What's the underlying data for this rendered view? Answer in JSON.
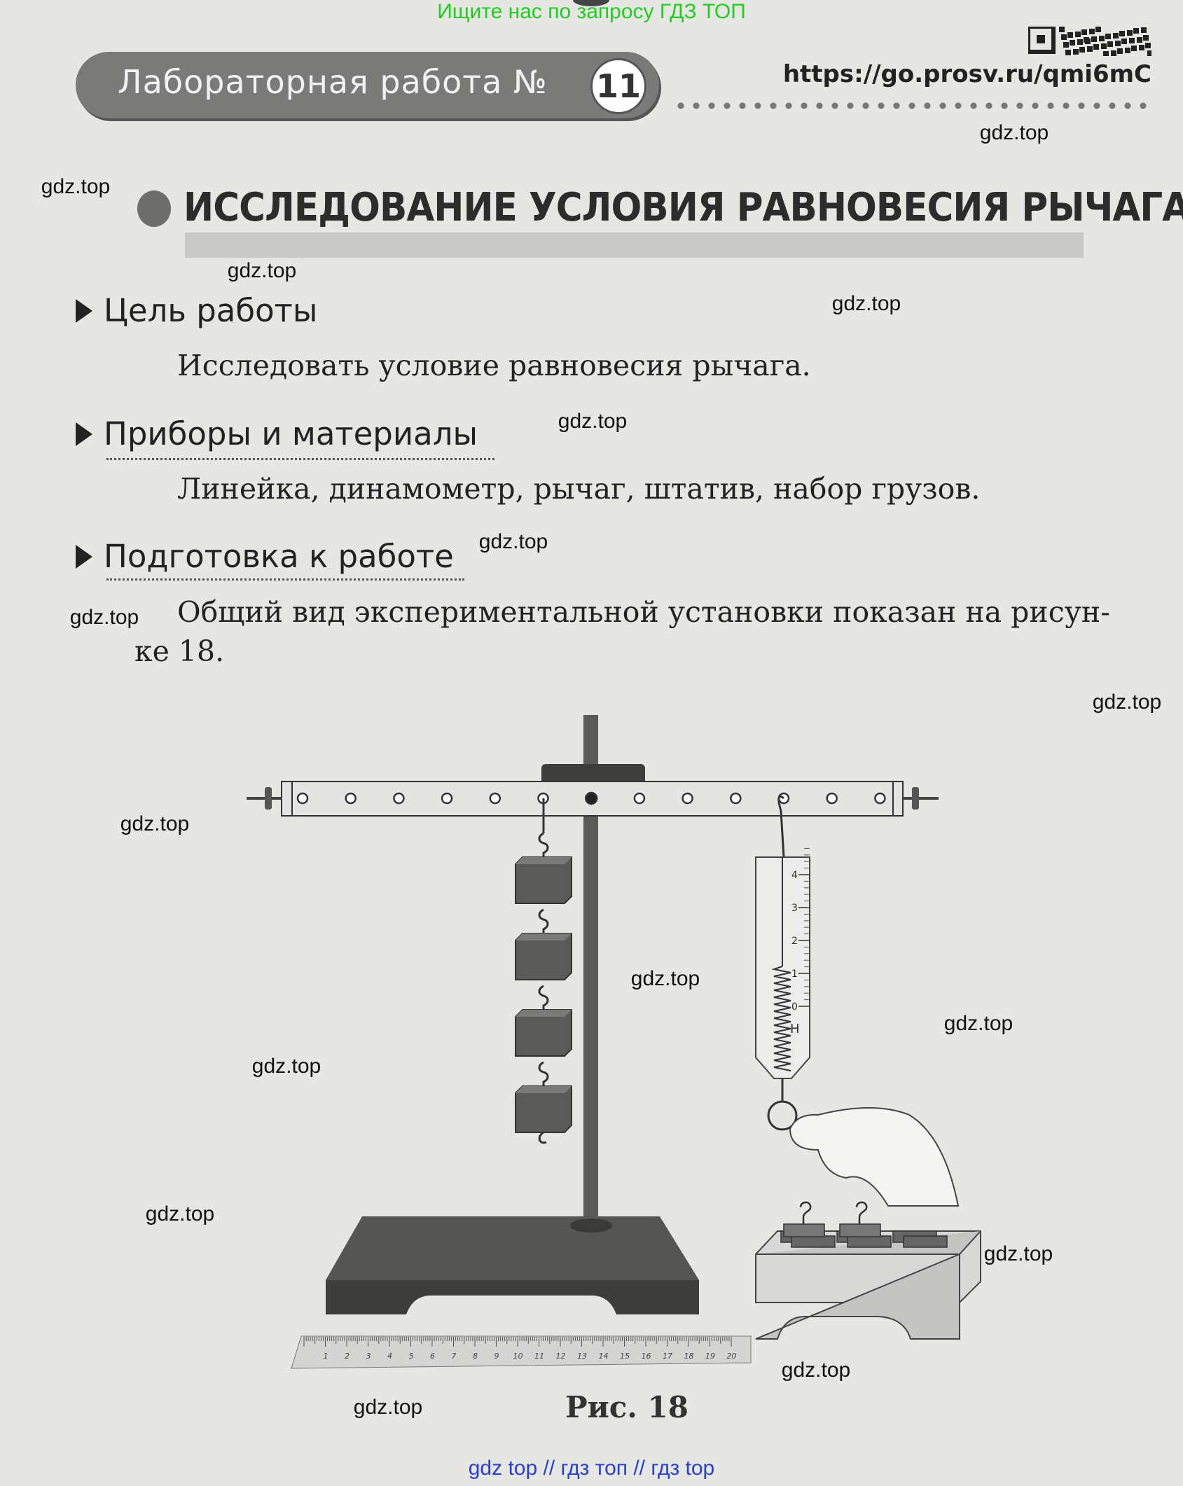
{
  "top_banner": "Ищите нас по запросу ГДЗ ТОП",
  "header": {
    "lab_label": "Лабораторная работа №",
    "lab_number": "11",
    "url": "https://go.prosv.ru/qmi6mC",
    "qr_icon": "qr-code-icon"
  },
  "title": "ИССЛЕДОВАНИЕ УСЛОВИЯ РАВНОВЕСИЯ РЫЧАГА",
  "sections": [
    {
      "heading": "Цель работы",
      "text": "Исследовать условие равновесия рычага."
    },
    {
      "heading": "Приборы и материалы",
      "text": "Линейка, динамометр, рычаг, штатив, набор грузов."
    },
    {
      "heading": "Подготовка к работе",
      "text": "Общий вид экспериментальной установки показан на рисун-",
      "text2": "ке 18."
    }
  ],
  "figure": {
    "caption": "Рис. 18",
    "dynamometer_unit": "Н",
    "dynamometer_scale": [
      "0",
      "1",
      "2",
      "3",
      "4"
    ],
    "ruler_scale": [
      "1",
      "2",
      "3",
      "4",
      "5",
      "6",
      "7",
      "8",
      "9",
      "10",
      "11",
      "12",
      "13",
      "14",
      "15",
      "16",
      "17",
      "18",
      "19",
      "20"
    ]
  },
  "watermarks": [
    "gdz.top",
    "gdz.top",
    "gdz.top",
    "gdz.top",
    "gdz.top",
    "gdz.top",
    "gdz.top",
    "gdz.top",
    "gdz.top",
    "gdz.top",
    "gdz.top",
    "gdz.top",
    "gdz.top",
    "gdz.top",
    "gdz.top",
    "gdz.top"
  ],
  "bottom_banner": "gdz top  //  гдз топ  //  гдз top",
  "colors": {
    "banner_green": "#22cc22",
    "banner_blue": "#2a3fd0",
    "pill_gray": "#7a7a78"
  }
}
